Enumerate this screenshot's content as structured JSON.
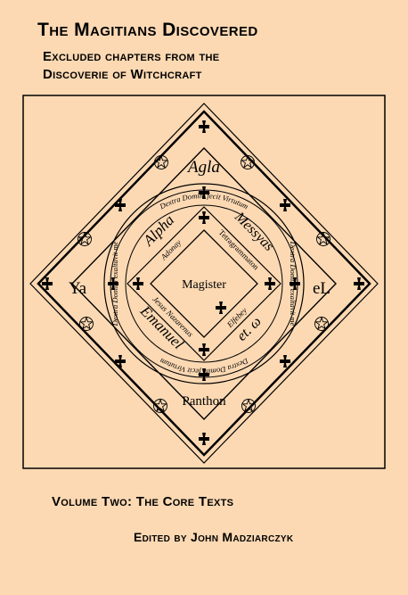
{
  "cover": {
    "title": "The Magitians Discovered",
    "subtitle_line1": "Excluded chapters from the",
    "subtitle_line2": "Discoverie of Witchcraft",
    "volume": "Volume Two: The Core Texts",
    "editor": "Edited by John Madziarczyk"
  },
  "seal": {
    "top_name": "Agla",
    "bottom_name": "Panthon",
    "left_name": "Ya",
    "right_name": "eL",
    "inner_top_left": "Alpha",
    "inner_top_right": "Messyas",
    "inner_bottom_left": "Emanuel",
    "inner_bottom_right": "et. ω",
    "small_top_left": "Adonay",
    "small_top_right": "Tetragrammaton",
    "small_bottom_left": "Jesus Nazarenus",
    "small_bottom_right": "Elfebey",
    "center": "Magister",
    "ring_top": "Dextra Domini fecit Virtutum",
    "ring_right": "Dextra Domini exaltavit me",
    "ring_bottom": "Dextra Domini fecit Virtutum",
    "ring_left": "Dextra Domini exaltavit me"
  },
  "colors": {
    "background": "#fcd9b3",
    "ink": "#000000"
  }
}
